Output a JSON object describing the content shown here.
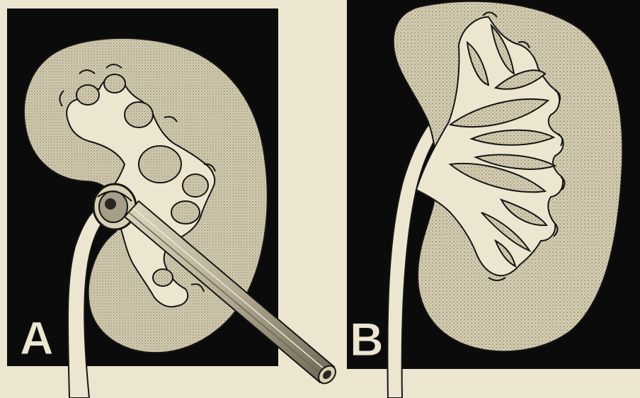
{
  "panels": [
    {
      "label": "A",
      "description_key": "kidney-with-nephrostomy-tube"
    },
    {
      "label": "B",
      "description_key": "kidney-collecting-system"
    }
  ],
  "colors": {
    "background": "#ece6d1",
    "panel_black": "#0b0b0b",
    "kidney_fill": "#d8d0b4",
    "kidney_dot": "#8e8670",
    "ink": "#151515",
    "tube": "#b9b19a"
  }
}
